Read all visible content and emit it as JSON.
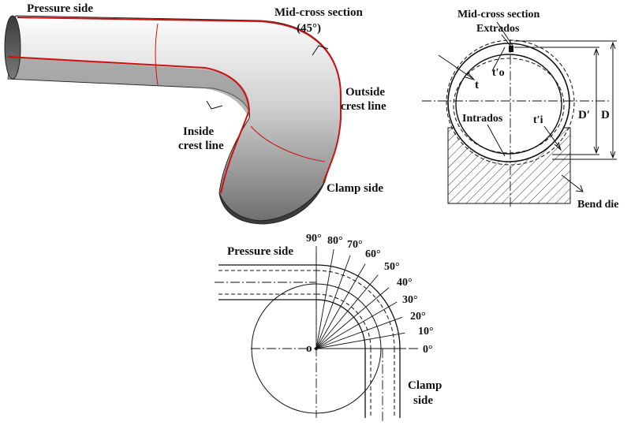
{
  "figure_a": {
    "pressure_side": "Pressure side",
    "mid_cross_section": "Mid-cross section",
    "mid_angle": "(45°)",
    "outside_crest_1": "Outside",
    "outside_crest_2": "crest line",
    "inside_crest_1": "Inside",
    "inside_crest_2": "crest line",
    "clamp_side": "Clamp side"
  },
  "figure_b": {
    "mid_cross_section": "Mid-cross section",
    "extrados": "Extrados",
    "t_o": "t′o",
    "t": "t",
    "intrados": "Intrados",
    "t_i": "t′i",
    "d_prime": "D′",
    "d": "D",
    "bend_die": "Bend die"
  },
  "figure_c": {
    "pressure_side": "Pressure side",
    "clamp_side_1": "Clamp",
    "clamp_side_2": "side",
    "origin": "o",
    "angles": [
      "0°",
      "10°",
      "20°",
      "30°",
      "40°",
      "50°",
      "60°",
      "70°",
      "80°",
      "90°"
    ]
  },
  "colors": {
    "crest_line": "#cc1111",
    "tube_light": "#f2f2f2",
    "tube_mid": "#b8b8b8",
    "tube_dark": "#5a5a5a"
  }
}
